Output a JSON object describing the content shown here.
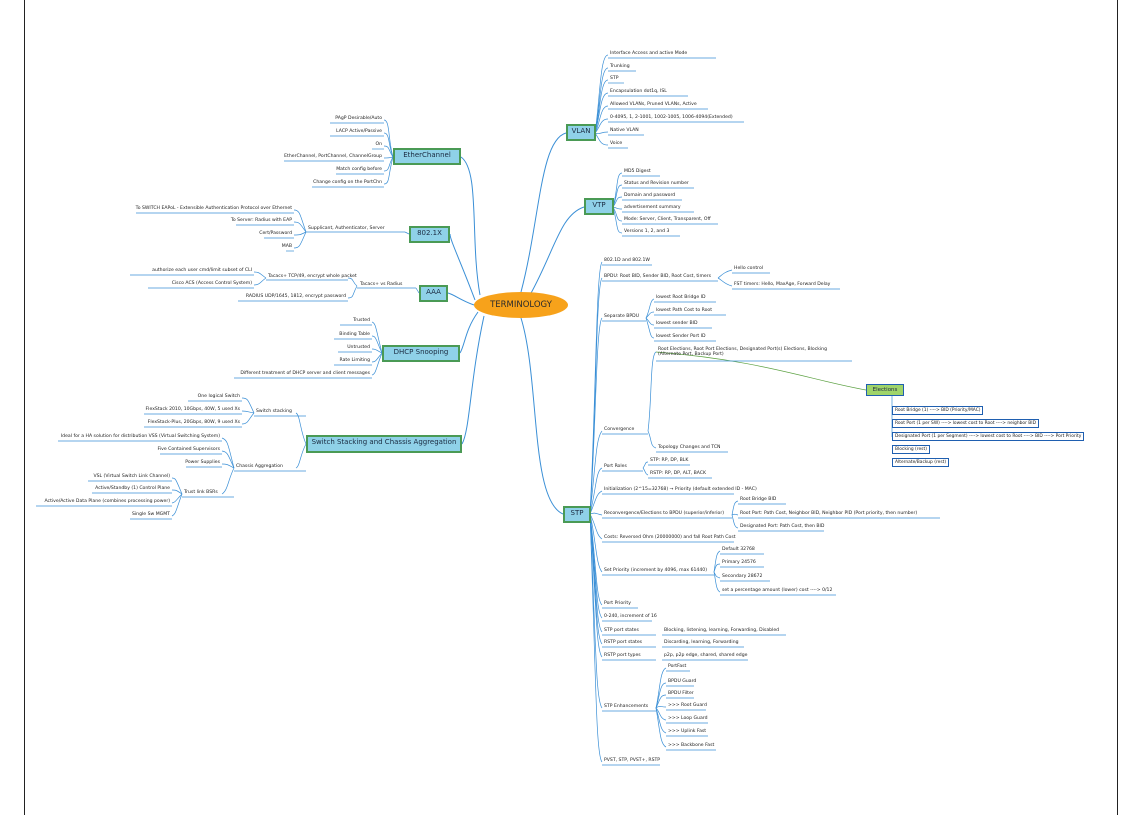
{
  "central": "TERMINOLOGY",
  "topics": {
    "vlan": "VLAN",
    "vtp": "VTP",
    "stp": "STP",
    "etherchannel": "EtherChannel",
    "dot1x": "802.1X",
    "aaa": "AAA",
    "dhcp": "DHCP Snooping",
    "stack": "Switch Stacking and Chassis Aggregation"
  },
  "vlan_items": [
    "Interface Access and active Mode",
    "Trunking",
    "STP",
    "Encapsulation dot1q, ISL",
    "Allowed VLANs, Pruned VLANs, Active",
    "0-4095, 1, 2-1001, 1002-1005, 1006-4094(Extended)",
    "Native VLAN",
    "Voice"
  ],
  "vtp_items": [
    "MD5 Digest",
    "Status and Revision number",
    "Domain and password",
    "advertisement summary",
    "Mode: Server, Client, Transparent, Off",
    "Versions 1, 2, and 3"
  ],
  "etherchannel_items": [
    "PAgP Desirable/Auto",
    "LACP Active/Passive",
    "On",
    "EtherChannel, PortChannel, ChannelGroup",
    "Match config before",
    "Change config on the PortChn"
  ],
  "dot1x": {
    "mid": "Supplicant, Authenticator, Server",
    "items": [
      "To SWITCH EAPoL - Extensible Authentication Protocol over Ethernet",
      "To Server: Radius with EAP",
      "Cert/Password",
      "MAB"
    ]
  },
  "aaa": {
    "mid": "Tacacs+ vs Radius",
    "tacacs": "Tacacs+ TCP/49, encrypt whole packet",
    "tacacs_items": [
      "authorize each user cmd/limit subset of CLI",
      "Cisco ACS (Access Control System)"
    ],
    "radius": "RADIUS UDP/1645, 1812, encrypt password"
  },
  "dhcp_items": [
    "Trusted",
    "Binding Table",
    "Untrusted",
    "Rate Limiting",
    "Different treatment of DHCP server and client messages"
  ],
  "stack": {
    "stacking": "Switch stacking",
    "stacking_items": [
      "One logical Switch",
      "FlexStack 2010, 10Gbps, 40W, 5 used Xs",
      "FlexStack-Plus, 20Gbps, 80W, 9 used Xs"
    ],
    "chassis": "Chassis Aggregation",
    "chassis_items": [
      "Ideal for a HA solution for distribution VSS (Virtual Switching System)",
      "Five Contained Supervisors",
      "Power Supplies"
    ],
    "trust": "Trust link BSRs",
    "trust_items": [
      "VSL (Virtual Switch Link Channel)",
      "Active/Standby (1) Control Plane",
      "Active/Active Data Plane (combines processing power)",
      "Single Sw MGMT"
    ]
  },
  "stp": {
    "items": [
      "802.1D and 802.1W",
      "BPDU: Root BID, Sender BID, Root Cost, timers",
      "Separate BPDU",
      "Convergence",
      "Port Roles",
      "Initialization (2^15=32768) → Priority (default extended ID - MAC)",
      "Reconvergence/Elections to BPDU (superior/inferior)",
      "Costs: Reversed Ohm (20000000) and fall Root Path Cost",
      "Set Priority (increment by 4096, max 61440)",
      "Port Priority",
      "0-240, increment of 16",
      "STP port states",
      "RSTP port states",
      "RSTP port types",
      "STP Enhancements",
      "PVST, STP, PVST+, RSTP"
    ],
    "bpdu_items": [
      "Hello control",
      "FST timers: Hello, MaxAge, Forward Delay"
    ],
    "separate_items": [
      "lowest Root Bridge ID",
      "lowest Path Cost to Root",
      "lowest sender BID",
      "lowest Sender Port ID"
    ],
    "conv_top": "Root Elections, Root Port Elections, Designated Port(s) Elections, Blocking (Alternate Port, Backup Port)",
    "conv_bottom": "Topology Changes and TCN",
    "elections": "Elections",
    "election_items": [
      "Root Bridge (1) ----> BID (Priority/MAC)",
      "Root Port (1 per SW) ----> lowest cost to Root ----> neighbor BID",
      "Designated Port (1 per Segment) ----> lowest cost to Root ----> BID ----> Port Priority",
      "Blocking (rest)",
      "Alternate/Backup (rest)"
    ],
    "roles_items": [
      "STP: RP, DP, BLK",
      "RSTP: RP, DP, ALT, BACK"
    ],
    "recon_items": [
      "Root Bridge BID",
      "Root Port: Path Cost, Neighbor BID, Neighbor PID (Port priority, then number)",
      "Designated Port: Path Cost, then BID"
    ],
    "priority_items": [
      "Default 32768",
      "Primary 24576",
      "Secondary 28672",
      "set a percentage amount (lower) cost ----> 0/12"
    ],
    "stp_states": "Blocking, listening, learning, Forwarding, Disabled",
    "rstp_states": "Discarding, learning, Forwarding",
    "rstp_types": "p2p, p2p edge, shared, shared edge",
    "enh_items": [
      "PortFast",
      "BPDU Guard",
      "BPDU Filter",
      ">>> Root Guard",
      ">>> Loop Guard",
      ">>> Uplink Fast",
      ">>> Backbone Fast"
    ]
  },
  "colors": {
    "branch": "#3a8fd6",
    "topic_fill": "#8fd1e8",
    "topic_border": "#4a9a55",
    "central": "#f7a21b",
    "elections_fill": "#9fd46a"
  }
}
